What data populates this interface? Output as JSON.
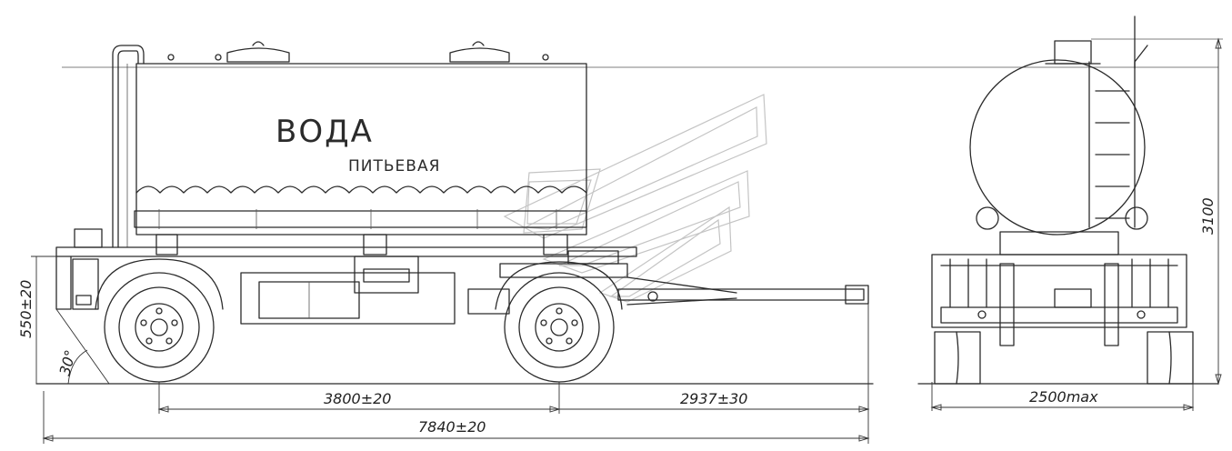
{
  "tank_labels": {
    "title": "ВОДА",
    "subtitle": "ПИТЬЕВАЯ"
  },
  "dimensions": {
    "wheelbase": "3800±20",
    "drawbar": "2937±30",
    "overall_length": "7840±20",
    "coupling_height": "550±20",
    "departure_angle": "30°",
    "overall_width": "2500max",
    "overall_height": "3100"
  },
  "colors": {
    "line": "#2b2b2b",
    "logo": "#c4c4c4"
  }
}
